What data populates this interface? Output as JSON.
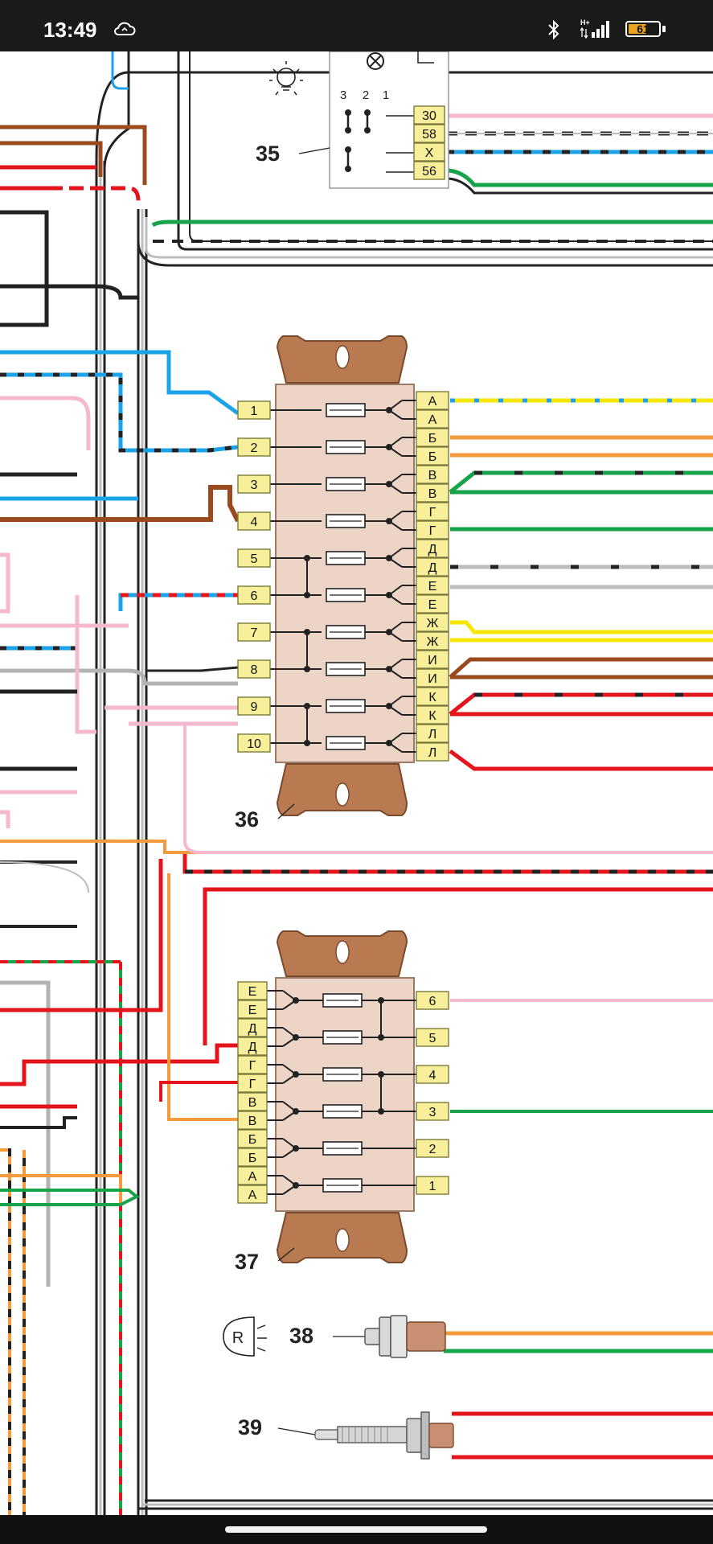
{
  "status_bar": {
    "time": "13:49",
    "battery_level": "61",
    "battery_fraction": 0.61,
    "network_label": "H+",
    "icons": [
      "cloud-sync-icon",
      "bluetooth-icon",
      "signal-icon",
      "battery-icon"
    ]
  },
  "diagram": {
    "components": {
      "c35": {
        "callout": "35",
        "switch_positions": [
          "3",
          "2",
          "1"
        ],
        "pins": [
          "30",
          "58",
          "X",
          "56"
        ]
      },
      "c36": {
        "callout": "36",
        "left_pins": [
          "1",
          "2",
          "3",
          "4",
          "5",
          "6",
          "7",
          "8",
          "9",
          "10"
        ],
        "right_pins": [
          "А",
          "А",
          "Б",
          "Б",
          "В",
          "В",
          "Г",
          "Г",
          "Д",
          "Д",
          "Е",
          "Е",
          "Ж",
          "Ж",
          "И",
          "И",
          "К",
          "К",
          "Л",
          "Л"
        ]
      },
      "c37": {
        "callout": "37",
        "left_pins": [
          "Е",
          "Е",
          "Д",
          "Д",
          "Г",
          "Г",
          "В",
          "В",
          "Б",
          "Б",
          "А",
          "А"
        ],
        "right_pins": [
          "6",
          "5",
          "4",
          "3",
          "2",
          "1"
        ]
      },
      "c38": {
        "callout": "38",
        "symbol": "R"
      },
      "c39": {
        "callout": "39"
      }
    },
    "colors": {
      "black": "#222222",
      "red": "#e3141b",
      "blue": "#1aa3e8",
      "brown": "#9b4a1e",
      "pink": "#f4b8cf",
      "green": "#16a34a",
      "orange": "#f39a3c",
      "yellow": "#f6e600",
      "grey": "#b3b3b3",
      "connector_fill": "#ecd4c6",
      "connector_mount": "#b97a52",
      "pin_label_fill": "#f7ef9a"
    }
  }
}
